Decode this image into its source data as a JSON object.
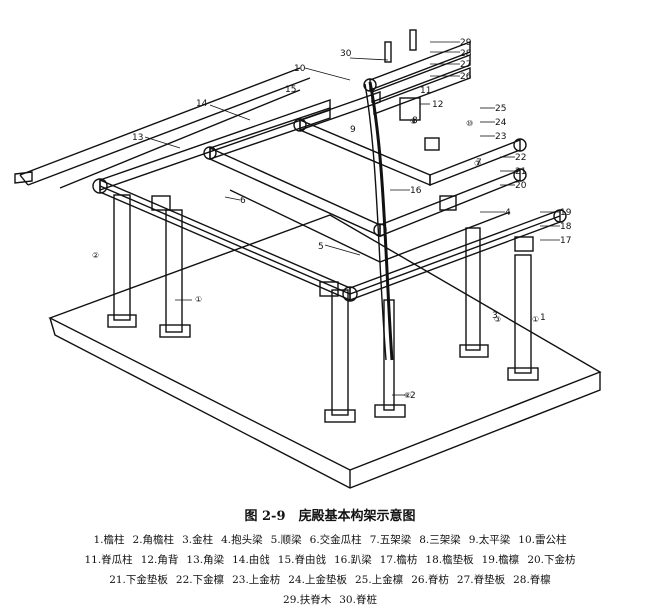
{
  "figure": {
    "callouts": [
      "30",
      "29",
      "28",
      "27",
      "26",
      "10",
      "15",
      "14",
      "13",
      "12",
      "11",
      "9",
      "8",
      "7",
      "6",
      "5",
      "4",
      "3",
      "2",
      "1",
      "25",
      "24",
      "23",
      "22",
      "21",
      "20",
      "19",
      "18",
      "17",
      "16"
    ],
    "circled": [
      "⑩",
      "⑧",
      "⑦",
      "②",
      "①",
      "③",
      "①",
      "②"
    ]
  },
  "caption": {
    "title": "图 2-9　庑殿基本构架示意图",
    "lines": [
      [
        "1.檐柱",
        "2.角檐柱",
        "3.金柱",
        "4.抱头梁",
        "5.顺梁",
        "6.交金瓜柱",
        "7.五架梁",
        "8.三架梁",
        "9.太平梁",
        "10.雷公柱"
      ],
      [
        "11.脊瓜柱",
        "12.角背",
        "13.角梁",
        "14.由戗",
        "15.脊由戗",
        "16.趴梁",
        "17.檐枋",
        "18.檐垫板",
        "19.檐檩",
        "20.下金枋"
      ],
      [
        "21.下金垫板",
        "22.下金檩",
        "23.上金枋",
        "24.上金垫板",
        "25.上金檩",
        "26.脊枋",
        "27.脊垫板",
        "28.脊檩"
      ],
      [
        "29.扶脊木",
        "30.脊桩"
      ]
    ]
  }
}
